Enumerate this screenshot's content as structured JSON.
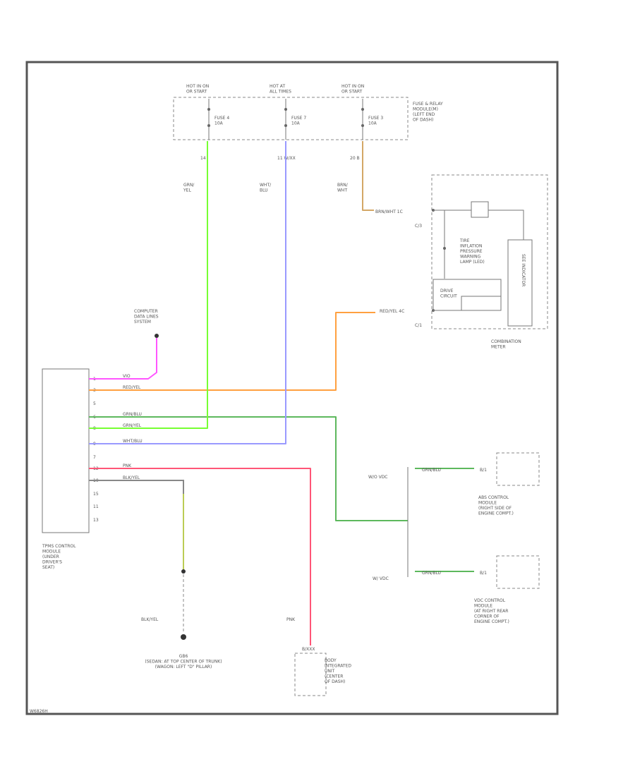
{
  "colors": {
    "pink": "#ff55ff",
    "orange": "#ffa040",
    "green": "#5db85d",
    "lime": "#77ff33",
    "blue": "#9999ff",
    "red": "#ff5577",
    "olive": "#bbcc55",
    "tan": "#d4a766",
    "frame": "#555555"
  },
  "fuse_box": {
    "label": [
      "FUSE & RELAY",
      "MODULE(M)",
      "(LEFT END",
      "OF DASH)"
    ],
    "supplies": [
      {
        "hot": [
          "HOT IN ON",
          "OR START"
        ],
        "fuse": [
          "FUSE 4",
          "10A"
        ],
        "pin": "14"
      },
      {
        "hot": [
          "HOT AT",
          "ALL TIMES"
        ],
        "fuse": [
          "FUSE 7",
          "10A"
        ],
        "pin": "11  W/XX"
      },
      {
        "hot": [
          "HOT IN ON",
          "OR START"
        ],
        "fuse": [
          "FUSE 3",
          "10A"
        ],
        "pin": "20  B"
      }
    ]
  },
  "wires": {
    "grn_yel": [
      "GRN/",
      "YEL"
    ],
    "wht_blu": [
      "WHT/",
      "BLU"
    ],
    "brn_wht": [
      "BRN/",
      "WHT"
    ]
  },
  "combination_meter": {
    "label": [
      "COMBINATION",
      "METER"
    ],
    "conn_top": "BRN/WHT  1C",
    "conn_top_sub": "C/3",
    "conn_bot": "RED/YEL  4C",
    "conn_bot_sub": "C/1",
    "lamp_label": [
      "TIRE",
      "INFLATION",
      "PRESSURE",
      "WARNING",
      "LAMP (LED)"
    ],
    "drive_label": [
      "DRIVE",
      "CIRCUIT"
    ],
    "side_text": "SEE INDICATOR"
  },
  "data_link": {
    "label": [
      "COMPUTER",
      "DATA LINES",
      "SYSTEM"
    ]
  },
  "tpms_module": {
    "label": [
      "TPMS CONTROL",
      "MODULE",
      "(UNDER",
      "DRIVER'S",
      "SEAT)"
    ],
    "pins": [
      {
        "num": "1",
        "wire": "VIO"
      },
      {
        "num": "3",
        "wire": "RED/YEL"
      },
      {
        "num": "5",
        "wire": ""
      },
      {
        "num": "6",
        "wire": "GRN/BLU"
      },
      {
        "num": "8",
        "wire": "GRN/YEL"
      },
      {
        "num": "9",
        "wire": "WHT/BLU"
      },
      {
        "num": "7",
        "wire": ""
      },
      {
        "num": "12",
        "wire": "PNK"
      },
      {
        "num": "10",
        "wire": "BLK/YEL"
      },
      {
        "num": "15",
        "wire": ""
      },
      {
        "num": "11",
        "wire": ""
      },
      {
        "num": "13",
        "wire": ""
      }
    ]
  },
  "abs_branch": {
    "left_label": "W/O VDC",
    "wire": "GRN/BLU",
    "pin": "B/1",
    "module": [
      "ABS CONTROL",
      "MODULE",
      "(RIGHT SIDE OF",
      "ENGINE COMPT.)"
    ]
  },
  "vdc_branch": {
    "left_label": "W/ VDC",
    "wire": "GRN/BLU",
    "pin": "B/1",
    "module": [
      "VDC CONTROL",
      "MODULE",
      "(AT RIGHT REAR",
      "CORNER OF",
      "ENGINE COMPT.)"
    ]
  },
  "ground": {
    "wire": "BLK/YEL",
    "label": [
      "GB6",
      "(SEDAN: AT TOP CENTER OF TRUNK)",
      "(WAGON: LEFT \"D\" PILLAR)"
    ]
  },
  "bim": {
    "wire": "PNK",
    "pin": "B/XXX",
    "label": [
      "BODY",
      "INTEGRATED",
      "UNIT",
      "(CENTER",
      "OF DASH)"
    ]
  },
  "footer_id": "W6826H"
}
